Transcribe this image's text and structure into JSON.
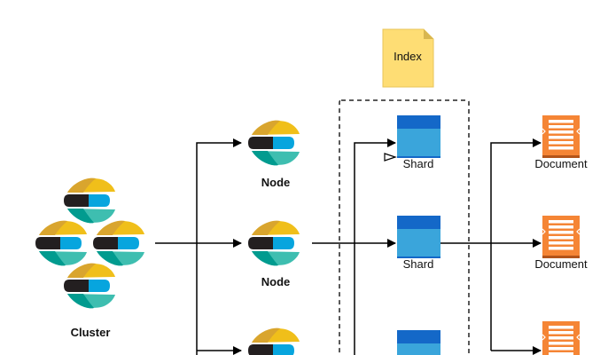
{
  "labels": {
    "cluster": "Cluster",
    "node": "Node",
    "index": "Index",
    "shard": "Shard",
    "document": "Document"
  },
  "colors": {
    "yellow": "#F0BF1A",
    "yellow_dark": "#D9A52E",
    "black": "#231F20",
    "blue": "#07A5DE",
    "teal": "#3EBEB0",
    "teal_dark": "#019B8F",
    "shard_top": "#1468C8",
    "shard_body": "#3AA5DB",
    "document": "#F58535",
    "index_note": "#FEDD74"
  },
  "icons": {
    "node": "elastic-logo-icon",
    "shard": "shard-icon",
    "document": "document-icon",
    "index": "note-icon"
  }
}
